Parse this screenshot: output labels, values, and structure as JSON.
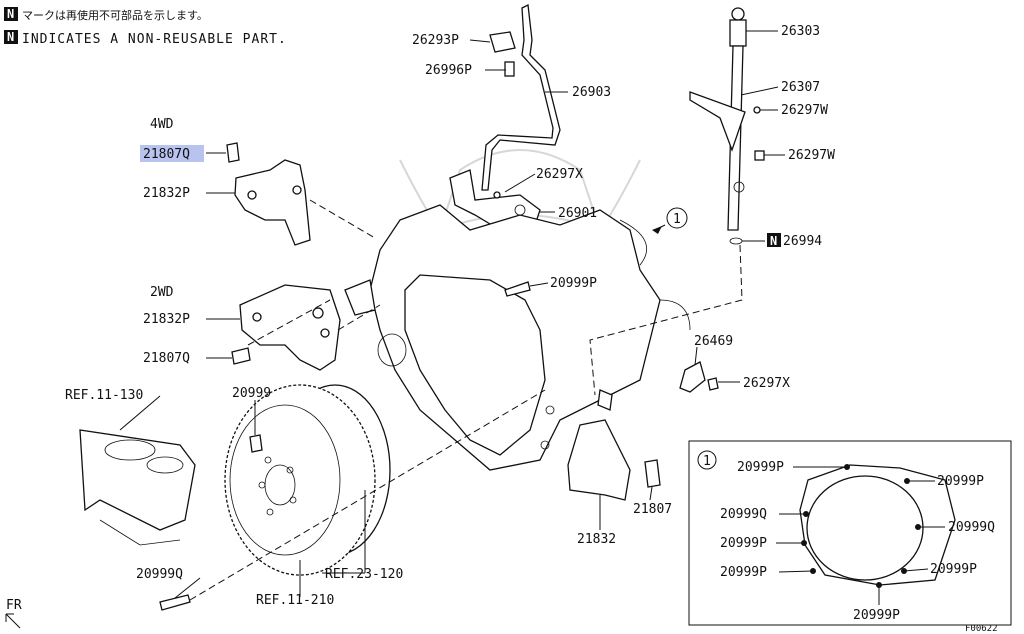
{
  "legend": {
    "badge": "N",
    "japanese": "マークは再使用不可部品を示します。",
    "english": "INDICATES A NON-REUSABLE PART."
  },
  "groups": {
    "four_wd": "4WD",
    "two_wd": "2WD"
  },
  "callout_marker": "1",
  "part_labels": {
    "p26293P": "26293P",
    "p26996P": "26996P",
    "p26903": "26903",
    "p26297X_a": "26297X",
    "p26901": "26901",
    "p26303": "26303",
    "p26307": "26307",
    "p26297W_a": "26297W",
    "p26297W_b": "26297W",
    "p26994": "26994",
    "p21807Q_4wd": "21807Q",
    "p21832P_4wd": "21832P",
    "p21832P_2wd": "21832P",
    "p21807Q_2wd": "21807Q",
    "p20999P_a": "20999P",
    "p26469": "26469",
    "p26297X_b": "26297X",
    "ref_11_130": "REF.11-130",
    "p20999": "20999",
    "p21807": "21807",
    "p21832": "21832",
    "p20999Q": "20999Q",
    "ref_23_120": "REF.23-120",
    "ref_11_210": "REF.11-210",
    "fr": "FR",
    "figure_code": "F00622"
  },
  "detail_labels": {
    "tl": "20999P",
    "tr": "20999P",
    "l1": "20999Q",
    "r1": "20999Q",
    "l2": "20999P",
    "l3": "20999P",
    "r2": "20999P",
    "bottom": "20999P"
  },
  "highlighted_part": "21807Q",
  "colors": {
    "highlight": "#b9c3f0",
    "ink": "#111111",
    "watermark": "#d7d7d7"
  }
}
